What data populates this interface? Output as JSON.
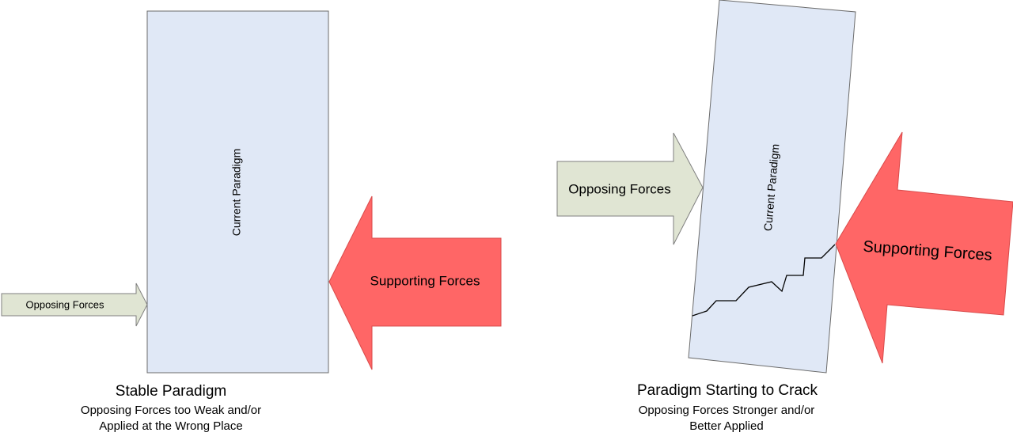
{
  "colors": {
    "paradigm_fill": "#e0e8f6",
    "paradigm_stroke": "#6b6b6b",
    "opposing_fill": "#e0e5d3",
    "opposing_stroke": "#7f7f7f",
    "supporting_fill": "#ff6666",
    "supporting_stroke": "#d94a4a",
    "crack_stroke": "#000000"
  },
  "stable": {
    "paradigm_label": "Current Paradigm",
    "opposing_label": "Opposing Forces",
    "supporting_label": "Supporting Forces",
    "title": "Stable Paradigm",
    "caption_line1": "Opposing Forces too Weak and/or",
    "caption_line2": "Applied at the Wrong Place"
  },
  "cracking": {
    "paradigm_label": "Current Paradigm",
    "opposing_label": "Opposing Forces",
    "supporting_label": "Supporting Forces",
    "title": "Paradigm Starting to Crack",
    "caption_line1": "Opposing Forces Stronger and/or",
    "caption_line2": "Better Applied"
  }
}
